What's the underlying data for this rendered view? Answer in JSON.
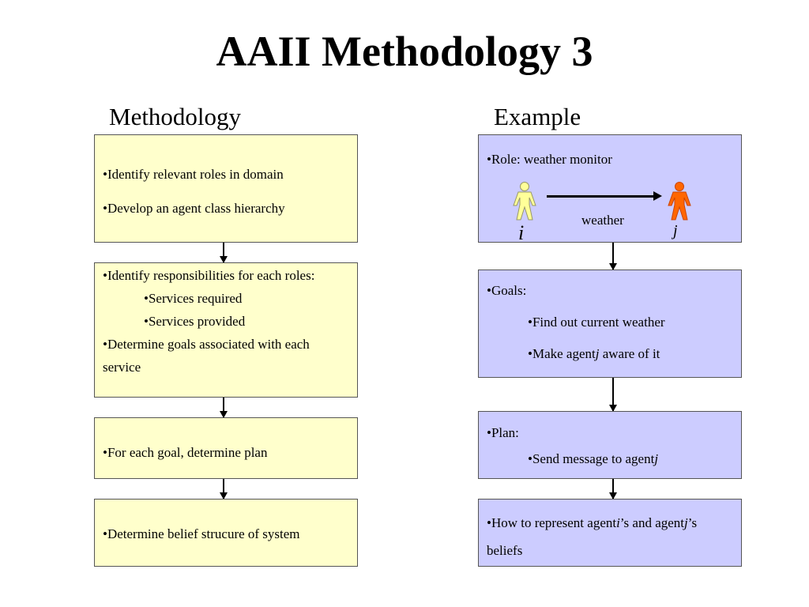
{
  "title": "AAII Methodology 3",
  "methodology": {
    "heading": "Methodology",
    "box1": [
      "•Identify relevant roles in domain",
      "•Develop an agent class hierarchy"
    ],
    "box2": {
      "line1": "•Identify responsibilities for each roles:",
      "sub1": "•Services required",
      "sub2": "•Services provided",
      "line2": "•Determine goals associated with each service"
    },
    "box3": "•For each goal, determine plan",
    "box4": "•Determine belief strucure of system"
  },
  "example": {
    "heading": "Example",
    "role": "•Role: weather monitor",
    "agent_i": "i",
    "agent_j": "j",
    "message": "weather",
    "goals": {
      "head": "•Goals:",
      "g1": "•Find out current weather",
      "g2_pre": "•Make agent",
      "g2_var": "j",
      "g2_post": " aware of it"
    },
    "plan": {
      "head": "•Plan:",
      "p1_pre": "•Send message to agent",
      "p1_var": "j"
    },
    "beliefs": {
      "pre": "•How to represent agent",
      "var1": "i",
      "mid": "’s and agent",
      "var2": "j",
      "post": "’s beliefs"
    }
  },
  "colors": {
    "methodology_fill": "#ffffcc",
    "example_fill": "#ccccff",
    "agent_i": "#ffff99",
    "agent_j": "#ff6600"
  }
}
